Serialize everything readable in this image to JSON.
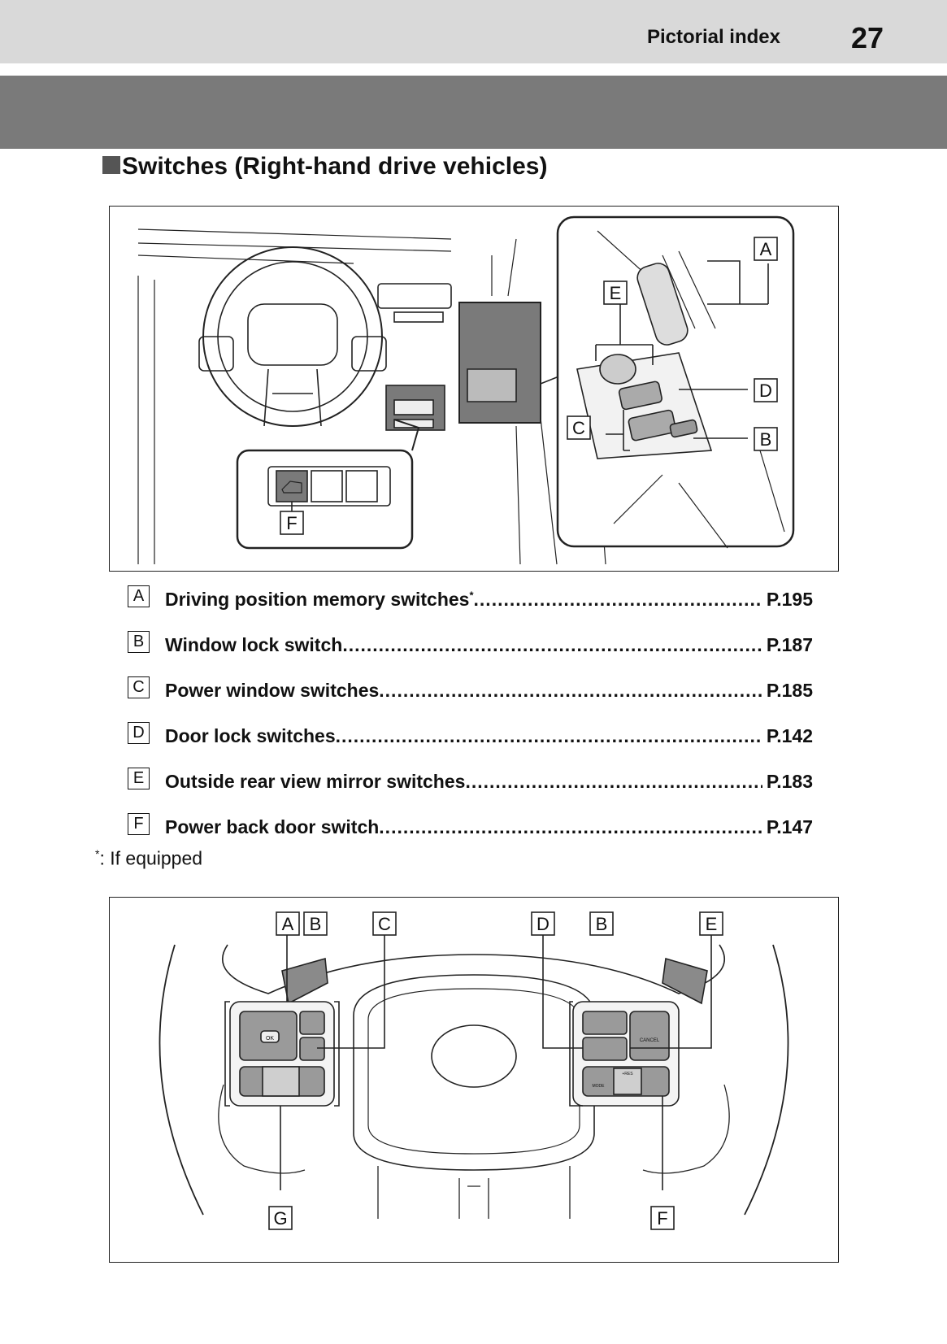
{
  "header": {
    "section": "Pictorial index",
    "page_number": "27"
  },
  "heading": "Switches (Right-hand drive vehicles)",
  "figure1": {
    "callouts": [
      "A",
      "E",
      "D",
      "C",
      "B",
      "F"
    ]
  },
  "legend": [
    {
      "key": "A",
      "label": "Driving position memory switches",
      "marker": "*",
      "page": "P.195"
    },
    {
      "key": "B",
      "label": "Window lock switch",
      "marker": "",
      "page": "P.187"
    },
    {
      "key": "C",
      "label": "Power window switches",
      "marker": "",
      "page": "P.185"
    },
    {
      "key": "D",
      "label": "Door lock switches",
      "marker": "",
      "page": "P.142"
    },
    {
      "key": "E",
      "label": "Outside rear view mirror switches",
      "marker": "",
      "page": "P.183"
    },
    {
      "key": "F",
      "label": "Power back door switch",
      "marker": "",
      "page": "P.147"
    }
  ],
  "footnote": {
    "marker": "*",
    "text": ": If equipped"
  },
  "figure2": {
    "callouts_top": [
      "A",
      "B",
      "C",
      "D",
      "B",
      "E"
    ],
    "callouts_bottom": [
      "G",
      "F"
    ],
    "button_labels": {
      "ok": "OK",
      "cancel": "CANCEL",
      "mode": "MODE",
      "res": "+RES"
    }
  }
}
